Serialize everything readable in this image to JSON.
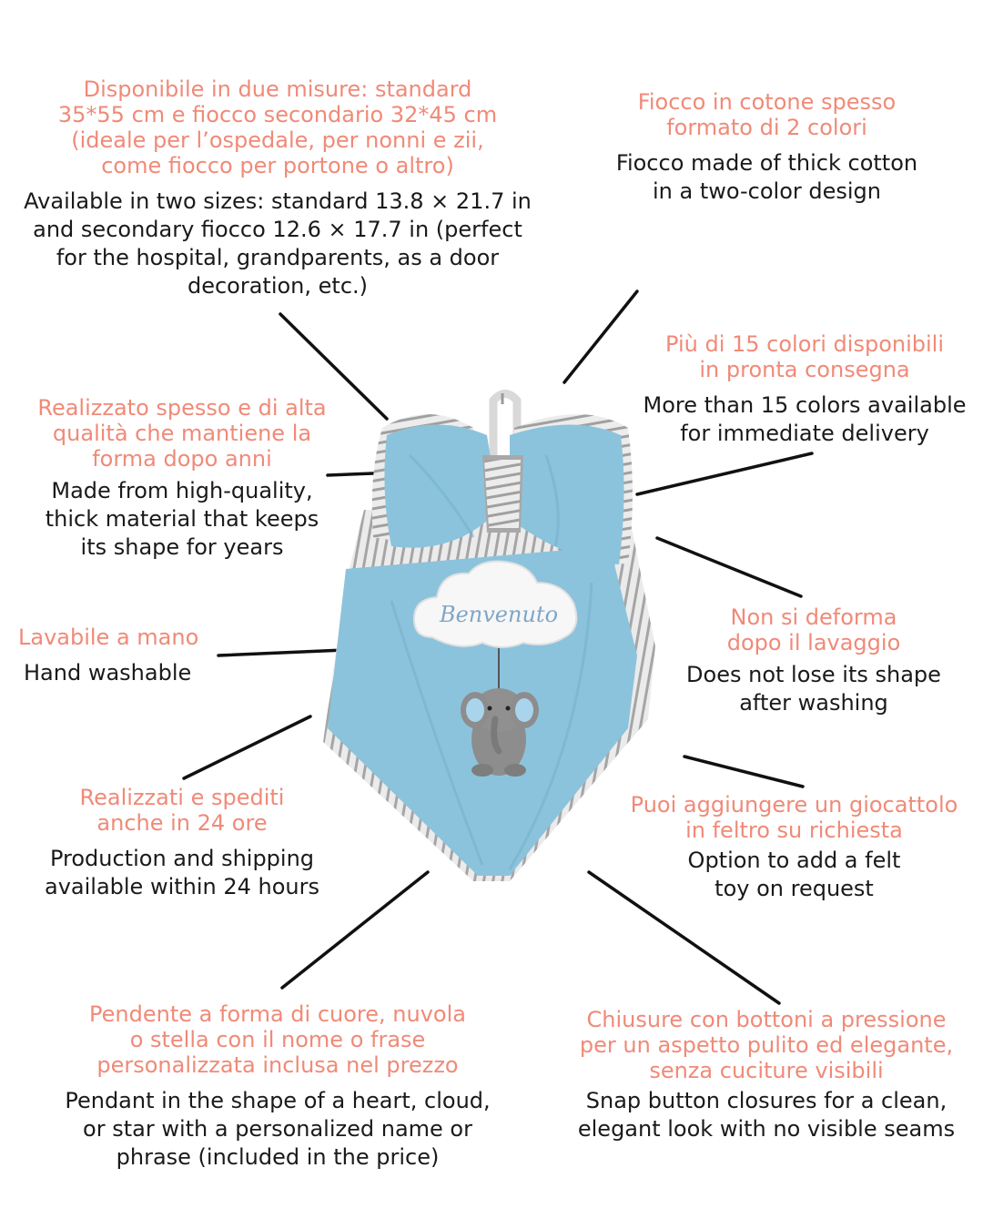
{
  "product": {
    "pendant_text": "Benvenuto",
    "colors": {
      "blue": "#8cc3dc",
      "blue_dark": "#6fa9c6",
      "stripe_light": "#ebebeb",
      "stripe_dark": "#9c9c9c",
      "elephant": "#8d8d8d",
      "elephant_ear": "#a9d4ec",
      "cloud": "#f7f7f7",
      "pendant_text_color": "#7fa6c8"
    }
  },
  "features": [
    {
      "it": "Disponibile in due misure: standard\n35*55 cm e fiocco secondario 32*45 cm\n(ideale per l’ospedale, per nonni e zii,\ncome fiocco per portone o altro)",
      "en": "Available in two sizes: standard 13.8 × 21.7 in\nand secondary fiocco 12.6 × 17.7 in (perfect\nfor the hospital, grandparents, as a door\ndecoration, etc.)"
    },
    {
      "it": "Fiocco in cotone spesso\nformato di 2 colori",
      "en": "Fiocco made of thick cotton\nin a two-color design"
    },
    {
      "it": "Più di 15 colori disponibili\nin pronta consegna",
      "en": "More than 15 colors available\nfor immediate delivery"
    },
    {
      "it": "Realizzato spesso e di alta\nqualità che mantiene la\nforma dopo anni",
      "en": "Made from high-quality,\nthick material that keeps\nits shape for years"
    },
    {
      "it": "Lavabile a mano",
      "en": "Hand washable"
    },
    {
      "it": "Non si deforma\ndopo il lavaggio",
      "en": "Does not lose its shape\nafter washing"
    },
    {
      "it": "Realizzati e spediti\nanche in 24 ore",
      "en": "Production and shipping\navailable within 24 hours"
    },
    {
      "it": "Puoi aggiungere un giocattolo\nin feltro su richiesta",
      "en": "Option to add a felt\ntoy on request"
    },
    {
      "it": "Pendente a forma di cuore, nuvola\no stella con il nome o frase\npersonalizzata inclusa nel prezzo",
      "en": "Pendant in the shape of a heart, cloud,\nor star with a personalized name or\nphrase (included in the price)"
    },
    {
      "it": "Chiusure con bottoni a pressione\nper un aspetto pulito ed elegante,\nsenza cuciture visibili",
      "en": "Snap button closures for a clean,\nelegant look with no visible seams"
    }
  ]
}
